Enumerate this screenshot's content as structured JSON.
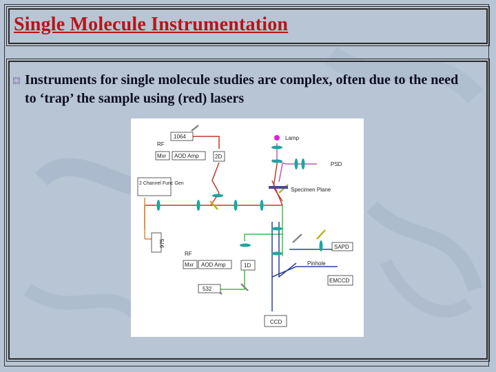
{
  "slide": {
    "title": "Single Molecule Instrumentation",
    "bullet": "Instruments for single molecule studies are complex, often due to the need to ‘trap’ the sample using (red) lasers"
  },
  "figure": {
    "labels": {
      "laser_1064": "1064",
      "rf_top": "RF",
      "mxr_top": "Mxr",
      "aod_amp_top": "AOD Amp",
      "aod_2d": "2D",
      "func_gen": "2 Channel Func Gen",
      "laser_975": "975",
      "rf_bottom": "RF",
      "mxr_bottom": "Mxr",
      "aod_amp_bottom": "AOD Amp",
      "aod_1d": "1D",
      "laser_532": "532",
      "lamp": "Lamp",
      "psd": "PSD",
      "specimen_plane": "Specimen Plane",
      "sapd": "SAPD",
      "pinhole": "Pinhole",
      "emccd": "EMCCD",
      "ccd": "CCD"
    }
  },
  "colors": {
    "title": "#b8141a",
    "background": "#b9c7d6",
    "red_laser": "#c0392b",
    "green_laser": "#3cbf4a",
    "blue_beam": "#2c3e9e",
    "lens": "#1aa7a0"
  }
}
